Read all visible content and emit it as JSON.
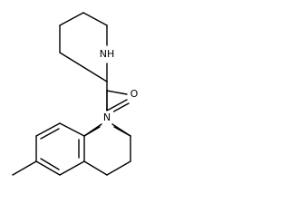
{
  "molecule": {
    "atoms": {
      "piperidine_nh": "NH",
      "carbonyl_o": "O",
      "quinoline_n": "N"
    }
  }
}
